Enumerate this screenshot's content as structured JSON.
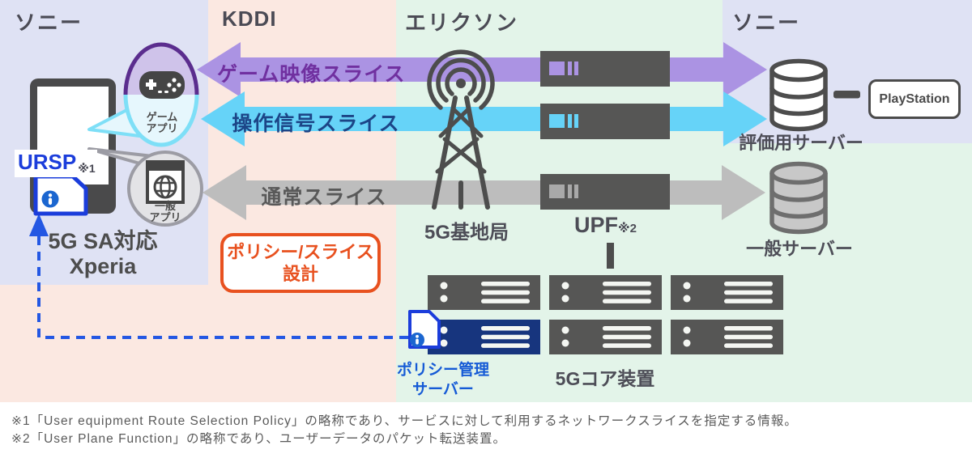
{
  "sections": {
    "sony_left": "ソニー",
    "kddi": "KDDI",
    "ericsson": "エリクソン",
    "sony_right": "ソニー"
  },
  "device": {
    "ursp": "URSP",
    "ursp_ref": "※1",
    "name_line1": "5G SA対応",
    "name_line2": "Xperia",
    "game_app_line1": "ゲーム",
    "game_app_line2": "アプリ",
    "general_app_line1": "一般",
    "general_app_line2": "アプリ"
  },
  "slices": [
    {
      "label": "ゲーム映像スライス",
      "color": "#ab93e3",
      "text_color": "#7030a0"
    },
    {
      "label": "操作信号スライス",
      "color": "#66d3f8",
      "text_color": "#1c4587"
    },
    {
      "label": "通常スライス",
      "color": "#bdbdbd",
      "text_color": "#595959"
    }
  ],
  "kddi_items": {
    "policy_design_line1": "ポリシー/スライス",
    "policy_design_line2": "設計"
  },
  "ericsson_items": {
    "base_station": "5G基地局",
    "upf": "UPF",
    "upf_ref": "※2",
    "core": "5Gコア装置",
    "policy_server_line1": "ポリシー管理",
    "policy_server_line2": "サーバー"
  },
  "sony_items": {
    "eval_server": "評価用サーバー",
    "playstation": "PlayStation",
    "general_server": "一般サーバー"
  },
  "footnotes": {
    "line1": "※1「User equipment Route Selection Policy」の略称であり、サービスに対して利用するネットワークスライスを指定する情報。",
    "line2": "※2「User Plane Function」の略称であり、ユーザーデータのパケット転送装置。"
  },
  "colors": {
    "bg_sony": "#dfe2f4",
    "bg_kddi": "#fbe8e1",
    "bg_ericsson": "#e3f4e9",
    "accent_orange": "#e8511f",
    "accent_blue": "#1b3ddb",
    "policy_server_navy": "#17357e",
    "dark_gray_equipment": "#565655"
  }
}
